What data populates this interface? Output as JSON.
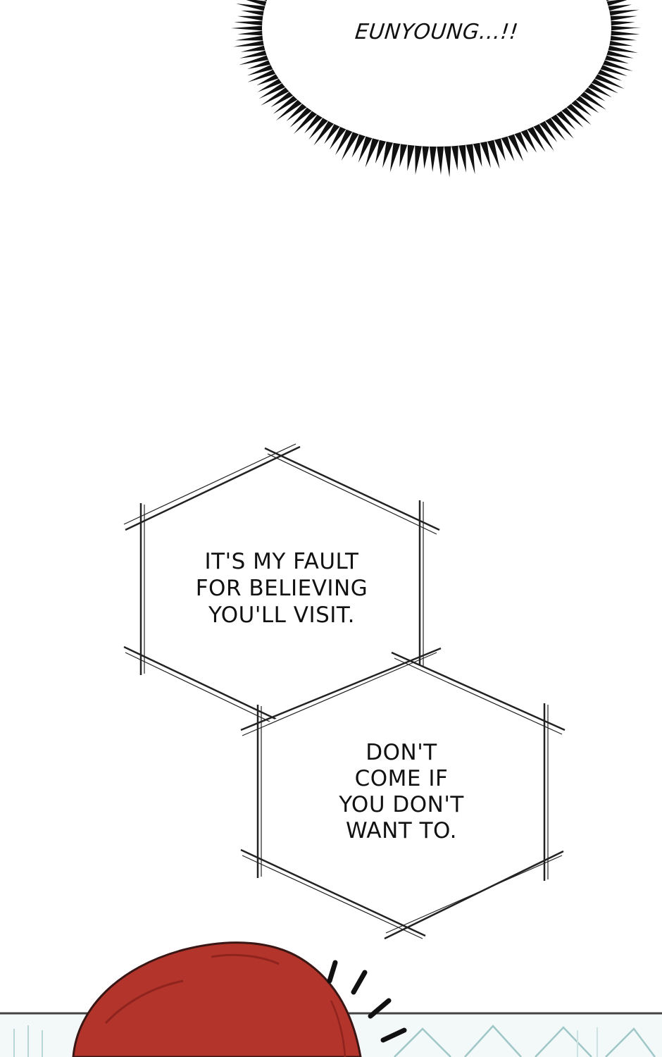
{
  "panel": {
    "shout_bubble": {
      "text": "EUNYOUNG...!!"
    },
    "thought_box_1": {
      "lines": [
        "IT'S MY FAULT",
        "FOR BELIEVING",
        "YOU'LL VISIT."
      ]
    },
    "thought_box_2": {
      "lines": [
        "DON'T",
        "COME IF",
        "YOU DON'T",
        "WANT TO."
      ]
    }
  },
  "colors": {
    "background": "#ffffff",
    "ink": "#111111",
    "hair": "#b3342b",
    "hair_shadow": "#8f241e",
    "floor_line": "#444444",
    "floor_tint": "#dfeeee"
  }
}
